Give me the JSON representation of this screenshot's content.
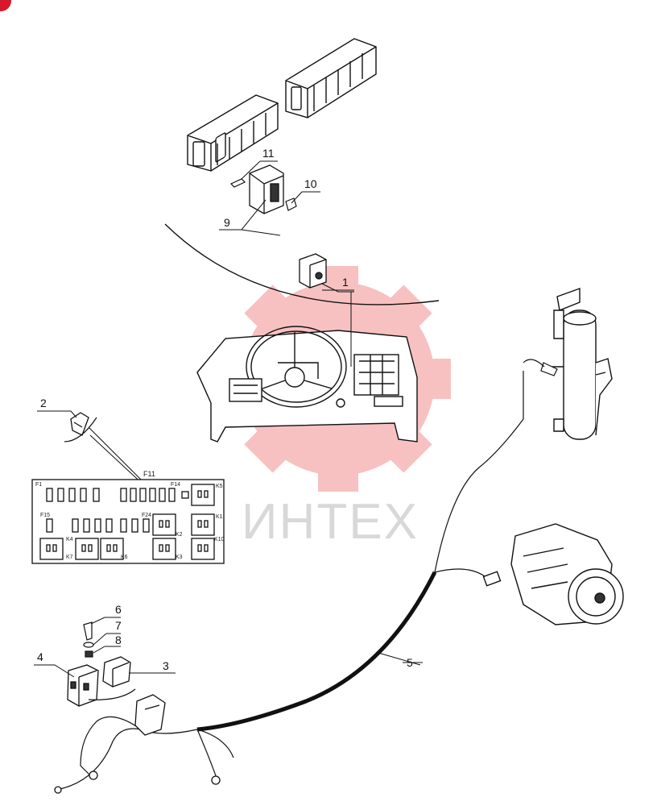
{
  "watermark": {
    "text": "ИНТЕХ",
    "gear_color": "#f7b7b7",
    "text_color": "#d8d8d8"
  },
  "corner_badge_color": "#d6192a",
  "callouts": [
    {
      "id": "1",
      "text": "1"
    },
    {
      "id": "2",
      "text": "2"
    },
    {
      "id": "3",
      "text": "3"
    },
    {
      "id": "4",
      "text": "4"
    },
    {
      "id": "5",
      "text": "5"
    },
    {
      "id": "6",
      "text": "6"
    },
    {
      "id": "7",
      "text": "7"
    },
    {
      "id": "8",
      "text": "8"
    },
    {
      "id": "9",
      "text": "9"
    },
    {
      "id": "10",
      "text": "10"
    },
    {
      "id": "11",
      "text": "11"
    }
  ],
  "fuse_box_labels": {
    "f1": "F1",
    "f11": "F11",
    "f14": "F14",
    "f15": "F15",
    "f24": "F24",
    "k1": "K1",
    "k2": "K2",
    "k3": "K3",
    "k4": "K4",
    "k5": "K5",
    "k6": "K6",
    "k7": "K7",
    "k10": "K10"
  }
}
